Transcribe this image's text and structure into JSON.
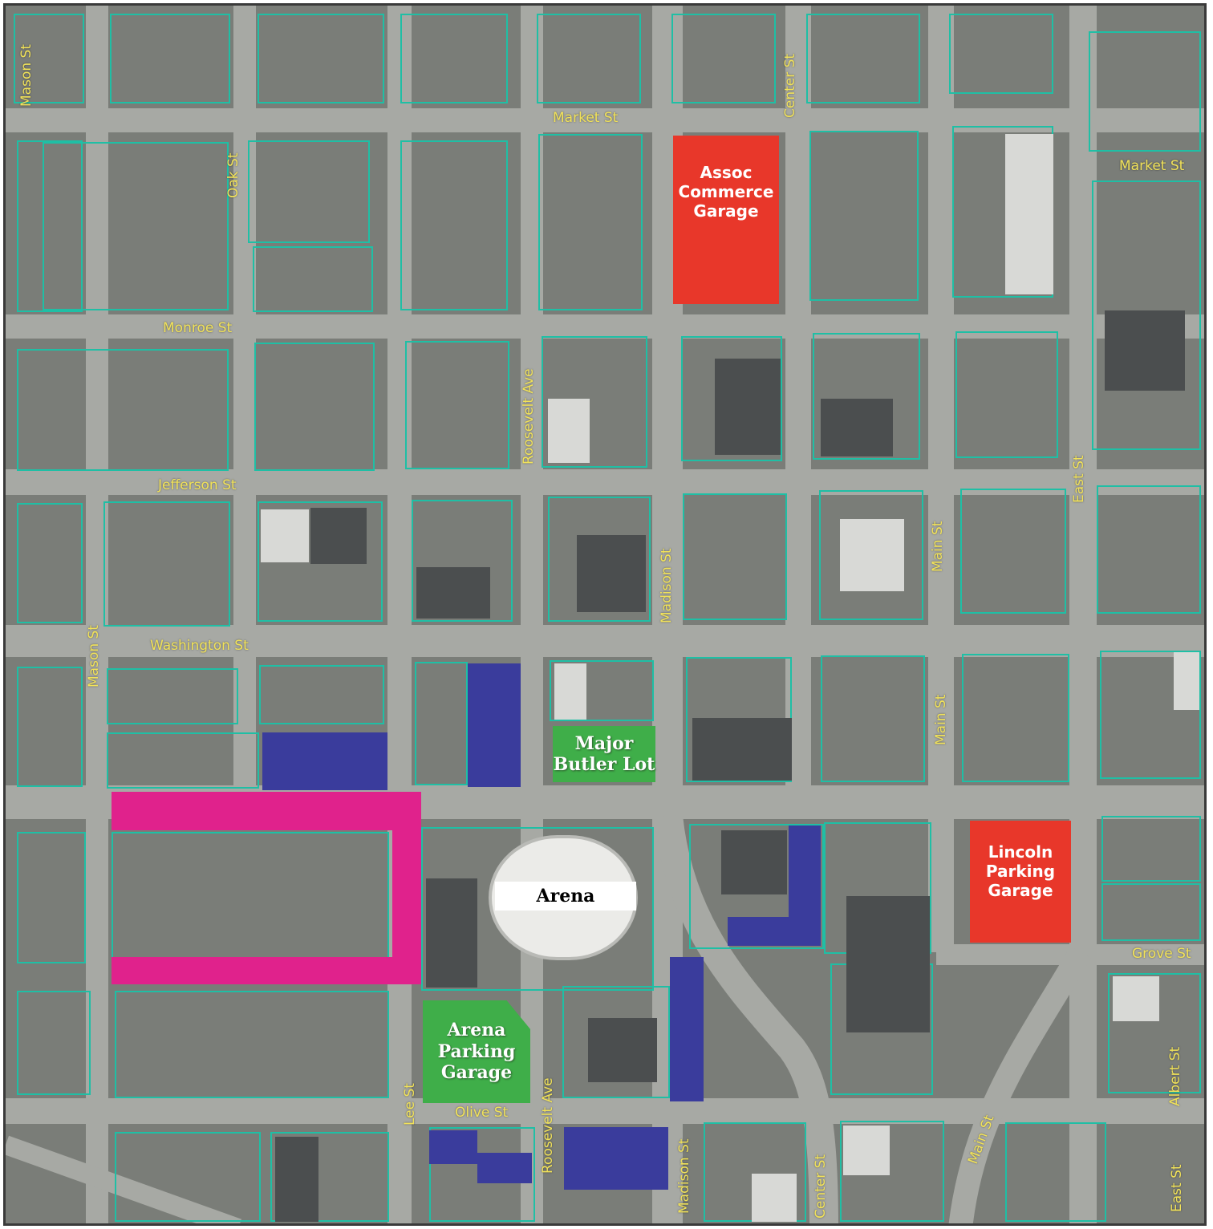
{
  "map": {
    "streets": {
      "market_st_1": "Market St",
      "market_st_2": "Market St",
      "monroe_st": "Monroe St",
      "jefferson_st": "Jefferson St",
      "washington_st": "Washington St",
      "olive_st": "Olive St",
      "grove_st": "Grove St",
      "mason_st_1": "Mason St",
      "mason_st_2": "Mason St",
      "oak_st": "Oak St",
      "roosevelt_ave_1": "Roosevelt Ave",
      "roosevelt_ave_2": "Roosevelt Ave",
      "center_st_1": "Center St",
      "center_st_2": "Center St",
      "madison_st_1": "Madison St",
      "madison_st_2": "Madison St",
      "main_st_1": "Main St",
      "main_st_2": "Main St",
      "main_st_3": "Main St",
      "east_st_1": "East St",
      "east_st_2": "East St",
      "lee_st": "Lee St",
      "albert_st": "Albert St"
    },
    "facilities": {
      "assoc_commerce_garage": "Assoc\nCommerce\nGarage",
      "lincoln_parking_garage": "Lincoln\nParking\nGarage",
      "major_butler_lot": "Major\nButler Lot",
      "arena_parking_garage": "Arena\nParking\nGarage",
      "arena": "Arena"
    },
    "colors": {
      "garage": "#e8372a",
      "lot": "#3fae49",
      "blue_zone": "#3a3c9c",
      "pink_zone": "#e0228c",
      "parcel_outline": "#1fbfa5",
      "street_label": "#f1e25a"
    }
  }
}
